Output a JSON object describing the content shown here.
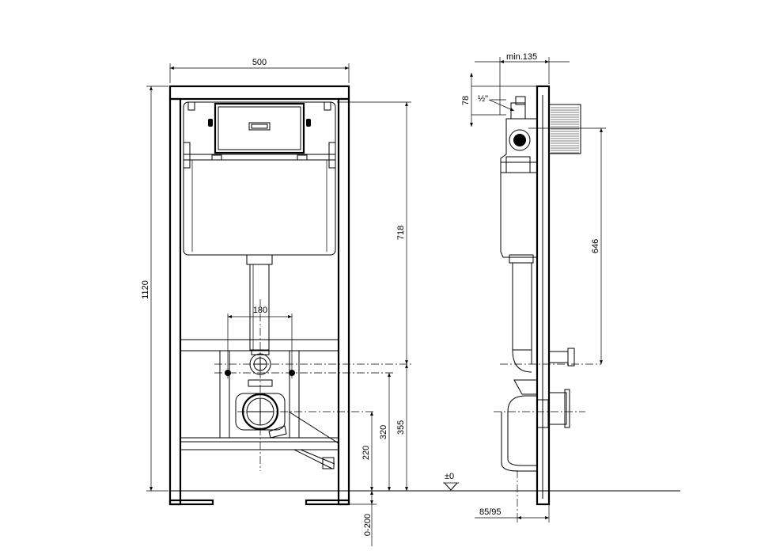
{
  "dimensions": {
    "width_total": "500",
    "height_total": "1120",
    "tank_height": "718",
    "bolt_spacing": "180",
    "height_355": "355",
    "height_320": "320",
    "height_220": "220",
    "foot_adjust": "0-200",
    "side_min_depth": "min.135",
    "side_78": "78",
    "thread": "½\"",
    "side_646": "646",
    "floor_level": "±0",
    "side_85_95": "85/95"
  },
  "colors": {
    "line": "#000000",
    "background": "#ffffff"
  }
}
